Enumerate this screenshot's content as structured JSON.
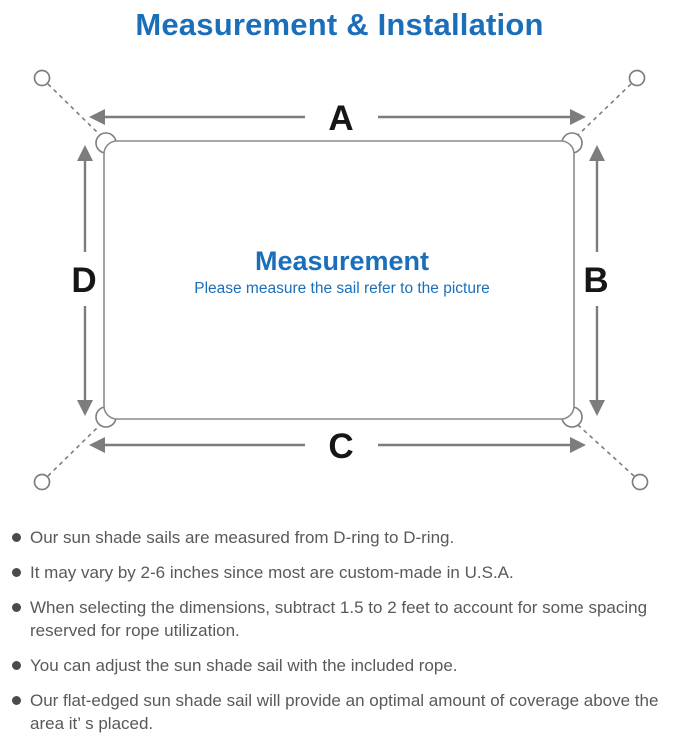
{
  "header": {
    "title": "Measurement & Installation"
  },
  "diagram": {
    "labels": {
      "top": "A",
      "right": "B",
      "bottom": "C",
      "left": "D"
    },
    "center_title": "Measurement",
    "center_subtitle": "Please measure the sail refer to the picture",
    "colors": {
      "title_blue": "#1b6fba",
      "line_gray": "#7d7d7d",
      "sail_border_gray": "#8c8c8c",
      "dimension_label_black": "#161616",
      "note_text_gray": "#595959"
    }
  },
  "notes": {
    "items": [
      "Our sun shade sails are measured from D-ring to D-ring.",
      "It may vary by 2-6 inches since most are custom-made in U.S.A.",
      "When selecting the dimensions, subtract 1.5 to 2 feet to account for some spacing reserved for rope utilization.",
      "You can adjust the sun shade sail with the included rope.",
      "Our flat-edged sun shade sail will provide an optimal amount of coverage above the area it’ s placed."
    ]
  }
}
